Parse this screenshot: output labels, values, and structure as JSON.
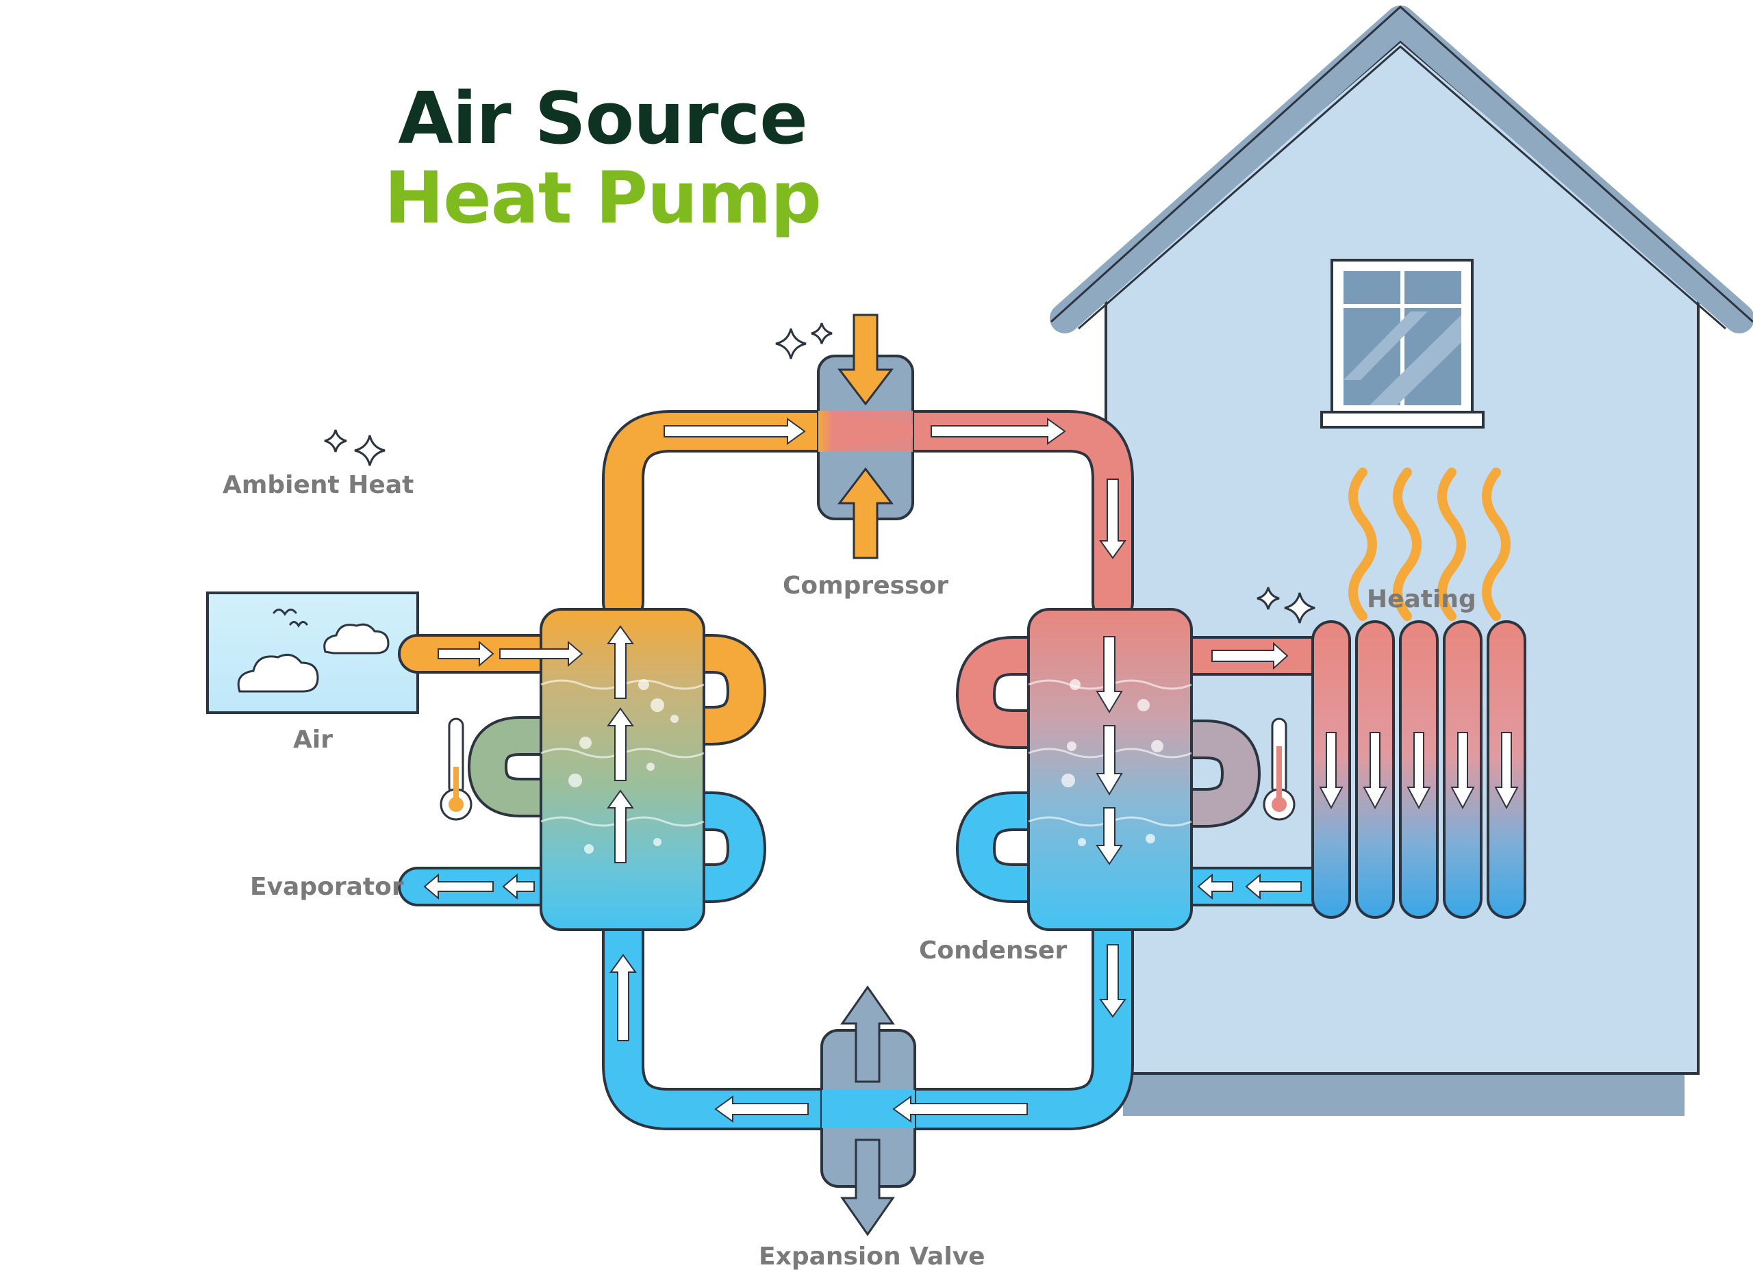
{
  "title": {
    "line1": "Air Source",
    "line2": "Heat Pump"
  },
  "labels": {
    "ambient_heat": "Ambient Heat",
    "air": "Air",
    "evaporator": "Evaporator",
    "compressor": "Compressor",
    "condenser": "Condenser",
    "expansion_valve": "Expansion Valve",
    "heating": "Heating"
  },
  "colors": {
    "title_dark": "#0f3323",
    "title_green": "#7fba1f",
    "label_gray": "#7a7a7a",
    "hot_orange": "#f5a93a",
    "hot_red": "#e8877f",
    "cold_blue": "#44c3f2",
    "mid_green": "#9bb994",
    "mid_gray": "#b6a6b3",
    "house_wall": "#c5dbee",
    "house_roof": "#8fa9c1",
    "outline": "#2c3440"
  }
}
